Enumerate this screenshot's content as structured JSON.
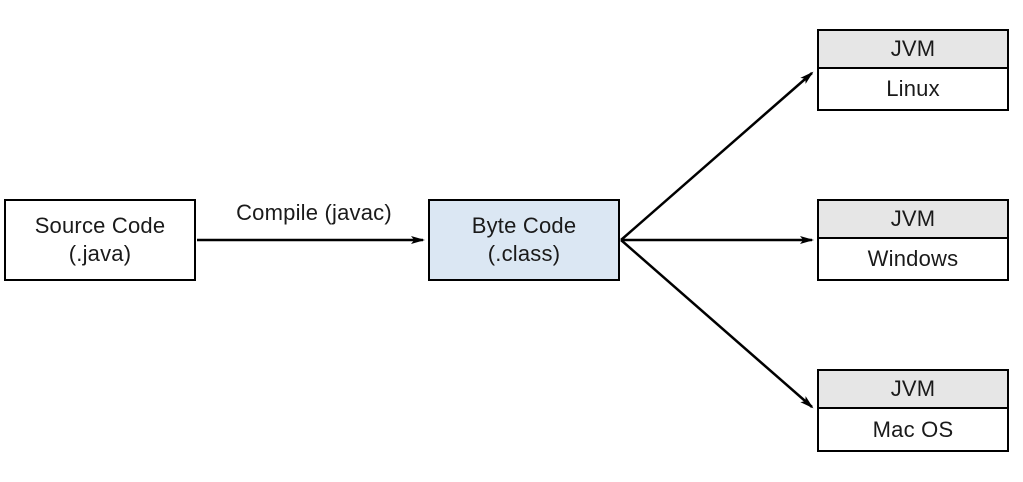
{
  "nodes": {
    "source": {
      "line1": "Source Code",
      "line2": "(.java)"
    },
    "byte": {
      "line1": "Byte Code",
      "line2": "(.class)"
    },
    "jvm_linux": {
      "header": "JVM",
      "body": "Linux"
    },
    "jvm_windows": {
      "header": "JVM",
      "body": "Windows"
    },
    "jvm_mac": {
      "header": "JVM",
      "body": "Mac OS"
    }
  },
  "edges": {
    "compile_label": "Compile (javac)"
  },
  "colors": {
    "byte_fill": "#dbe7f3",
    "jvm_header_fill": "#e6e6e6",
    "line": "#000000",
    "text": "#1a1a1a",
    "bg": "#ffffff"
  }
}
